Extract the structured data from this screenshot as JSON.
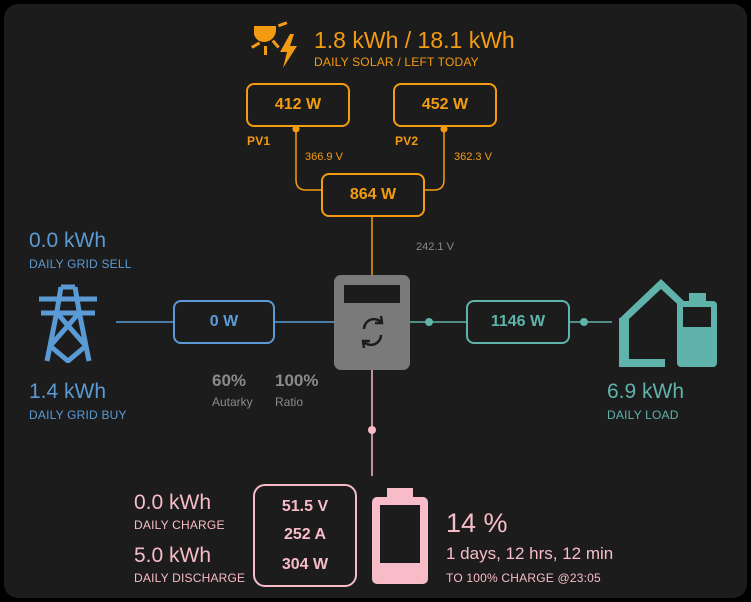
{
  "solar": {
    "daily_text": "1.8 kWh / 18.1 kWh",
    "daily_label": "DAILY SOLAR / LEFT TODAY",
    "pv1": {
      "power": "412 W",
      "label": "PV1",
      "voltage": "366.9 V"
    },
    "pv2": {
      "power": "452 W",
      "label": "PV2",
      "voltage": "362.3 V"
    },
    "total_power": "864 W"
  },
  "inverter": {
    "voltage": "242.1 V"
  },
  "grid": {
    "sell_value": "0.0 kWh",
    "sell_label": "DAILY GRID SELL",
    "buy_value": "1.4 kWh",
    "buy_label": "DAILY GRID BUY",
    "power": "0 W"
  },
  "stats": {
    "autarky_value": "60%",
    "autarky_label": "Autarky",
    "ratio_value": "100%",
    "ratio_label": "Ratio"
  },
  "load": {
    "power": "1146 W",
    "daily_value": "6.9 kWh",
    "daily_label": "DAILY LOAD"
  },
  "battery": {
    "charge_value": "0.0 kWh",
    "charge_label": "DAILY CHARGE",
    "discharge_value": "5.0 kWh",
    "discharge_label": "DAILY DISCHARGE",
    "voltage": "51.5 V",
    "current": "252 A",
    "power": "304 W",
    "soc": "14 %",
    "time_remaining": "1 days, 12 hrs, 12 min",
    "charge_target": "TO 100% CHARGE @23:05"
  },
  "colors": {
    "solar": "#f39c12",
    "grid": "#5b9bd5",
    "load": "#5fb3aa",
    "battery": "#f8bcc8",
    "inverter": "#7a7a7a",
    "background": "#1c1c1c"
  },
  "icons": {
    "solar": "sun-lightning-icon",
    "grid": "transmission-tower-icon",
    "load": "home-battery-icon",
    "battery": "battery-icon",
    "inverter": "inverter-icon"
  }
}
